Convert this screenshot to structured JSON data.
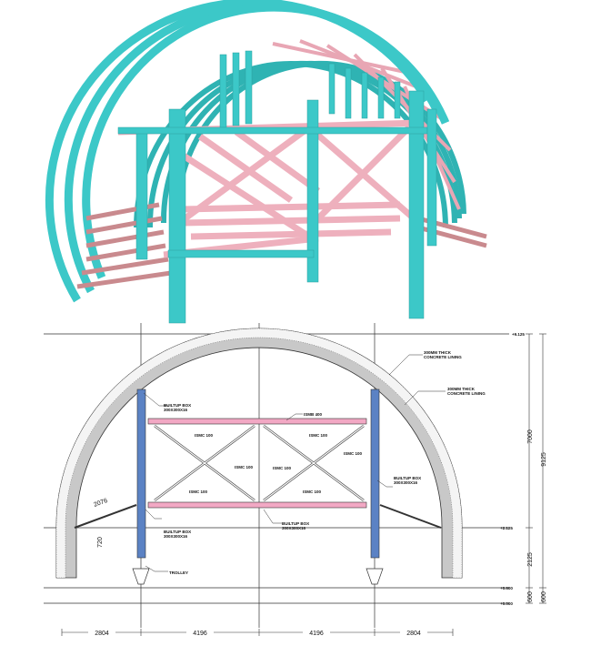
{
  "colors": {
    "steel_teal": "#3cc8c8",
    "bracing_pink": "#e8a6b4",
    "beam_pink": "#f2a8c4",
    "column_blue": "#5b82c4",
    "lining_gray": "#c8c8c8"
  },
  "drawing": {
    "labels": {
      "outer_lining": [
        "300MM THICK",
        "CONCRETE LINING"
      ],
      "inner_lining": [
        "300MM THICK",
        "CONCRETE LINING"
      ],
      "builtup_top": [
        "BUILTUP BOX",
        "300X300X16"
      ],
      "top_beam": "ISMB 400",
      "ismc_1": "ISMC 100",
      "ismc_2": "ISMC 100",
      "ismc_3": "ISMC 100",
      "ismc_4": "ISMC 100",
      "ismc_5": "ISMC 100",
      "ismc_6": "ISMC 100",
      "ismc_7": "ISMC 100",
      "builtup_right": [
        "BUILTUP BOX",
        "300X300X16"
      ],
      "builtup_left": [
        "BUILTUP BOX",
        "300X300X16"
      ],
      "builtup_bottom": [
        "BUILTUP BOX",
        "300X300X16"
      ],
      "trolley": "TROLLEY"
    },
    "levels": {
      "top": "+9.125",
      "spring": "+2.125",
      "mid": "+0.600",
      "base": "+0.000"
    },
    "dimensions": {
      "horizontal": [
        "2804",
        "4196",
        "4196",
        "2804"
      ],
      "vertical_inner": [
        "7000",
        "2125",
        "600"
      ],
      "vertical_outer": [
        "9125",
        "600"
      ],
      "strut_length": "2076",
      "strut_offset": "720"
    }
  }
}
